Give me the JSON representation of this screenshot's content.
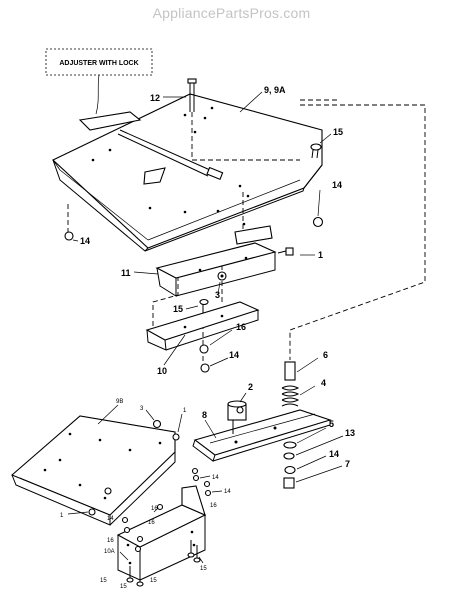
{
  "watermark": "AppliancePartsPros.com",
  "callout_box": "ADJUSTER WITH LOCK",
  "labels": {
    "l12": "12",
    "l9_9a": "9, 9A",
    "l15a": "15",
    "l14a": "14",
    "l14b": "14",
    "l1a": "1",
    "l11": "11",
    "l3a": "3",
    "l15b": "15",
    "l16a": "16",
    "l14c": "14",
    "l10": "10",
    "l6": "6",
    "l2": "2",
    "l4": "4",
    "l8": "8",
    "l5": "5",
    "l13": "13",
    "l14d": "14",
    "l7": "7",
    "l9b": "9B",
    "l3b": "3",
    "l1b": "1",
    "l1c": "1",
    "l14e": "14",
    "l14f": "14",
    "l16b": "16",
    "l16c": "16",
    "l14g": "14",
    "l16d": "16",
    "l16e": "16",
    "l10a": "10A",
    "l15c": "15",
    "l15d": "15",
    "l15e": "15",
    "l15f": "15"
  }
}
